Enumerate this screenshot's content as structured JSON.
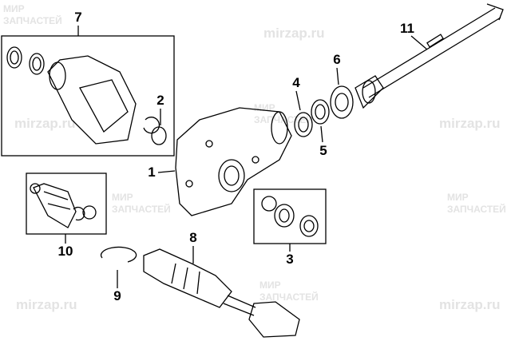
{
  "watermark": {
    "line1": "МИР",
    "line2": "ЗАПЧАСТЕЙ",
    "site": "mirzap.ru"
  },
  "callouts": [
    {
      "label": "7"
    },
    {
      "label": "2"
    },
    {
      "label": "11"
    },
    {
      "label": "6"
    },
    {
      "label": "4"
    },
    {
      "label": "5"
    },
    {
      "label": "1"
    },
    {
      "label": "8"
    },
    {
      "label": "3"
    },
    {
      "label": "10"
    },
    {
      "label": "9"
    }
  ]
}
